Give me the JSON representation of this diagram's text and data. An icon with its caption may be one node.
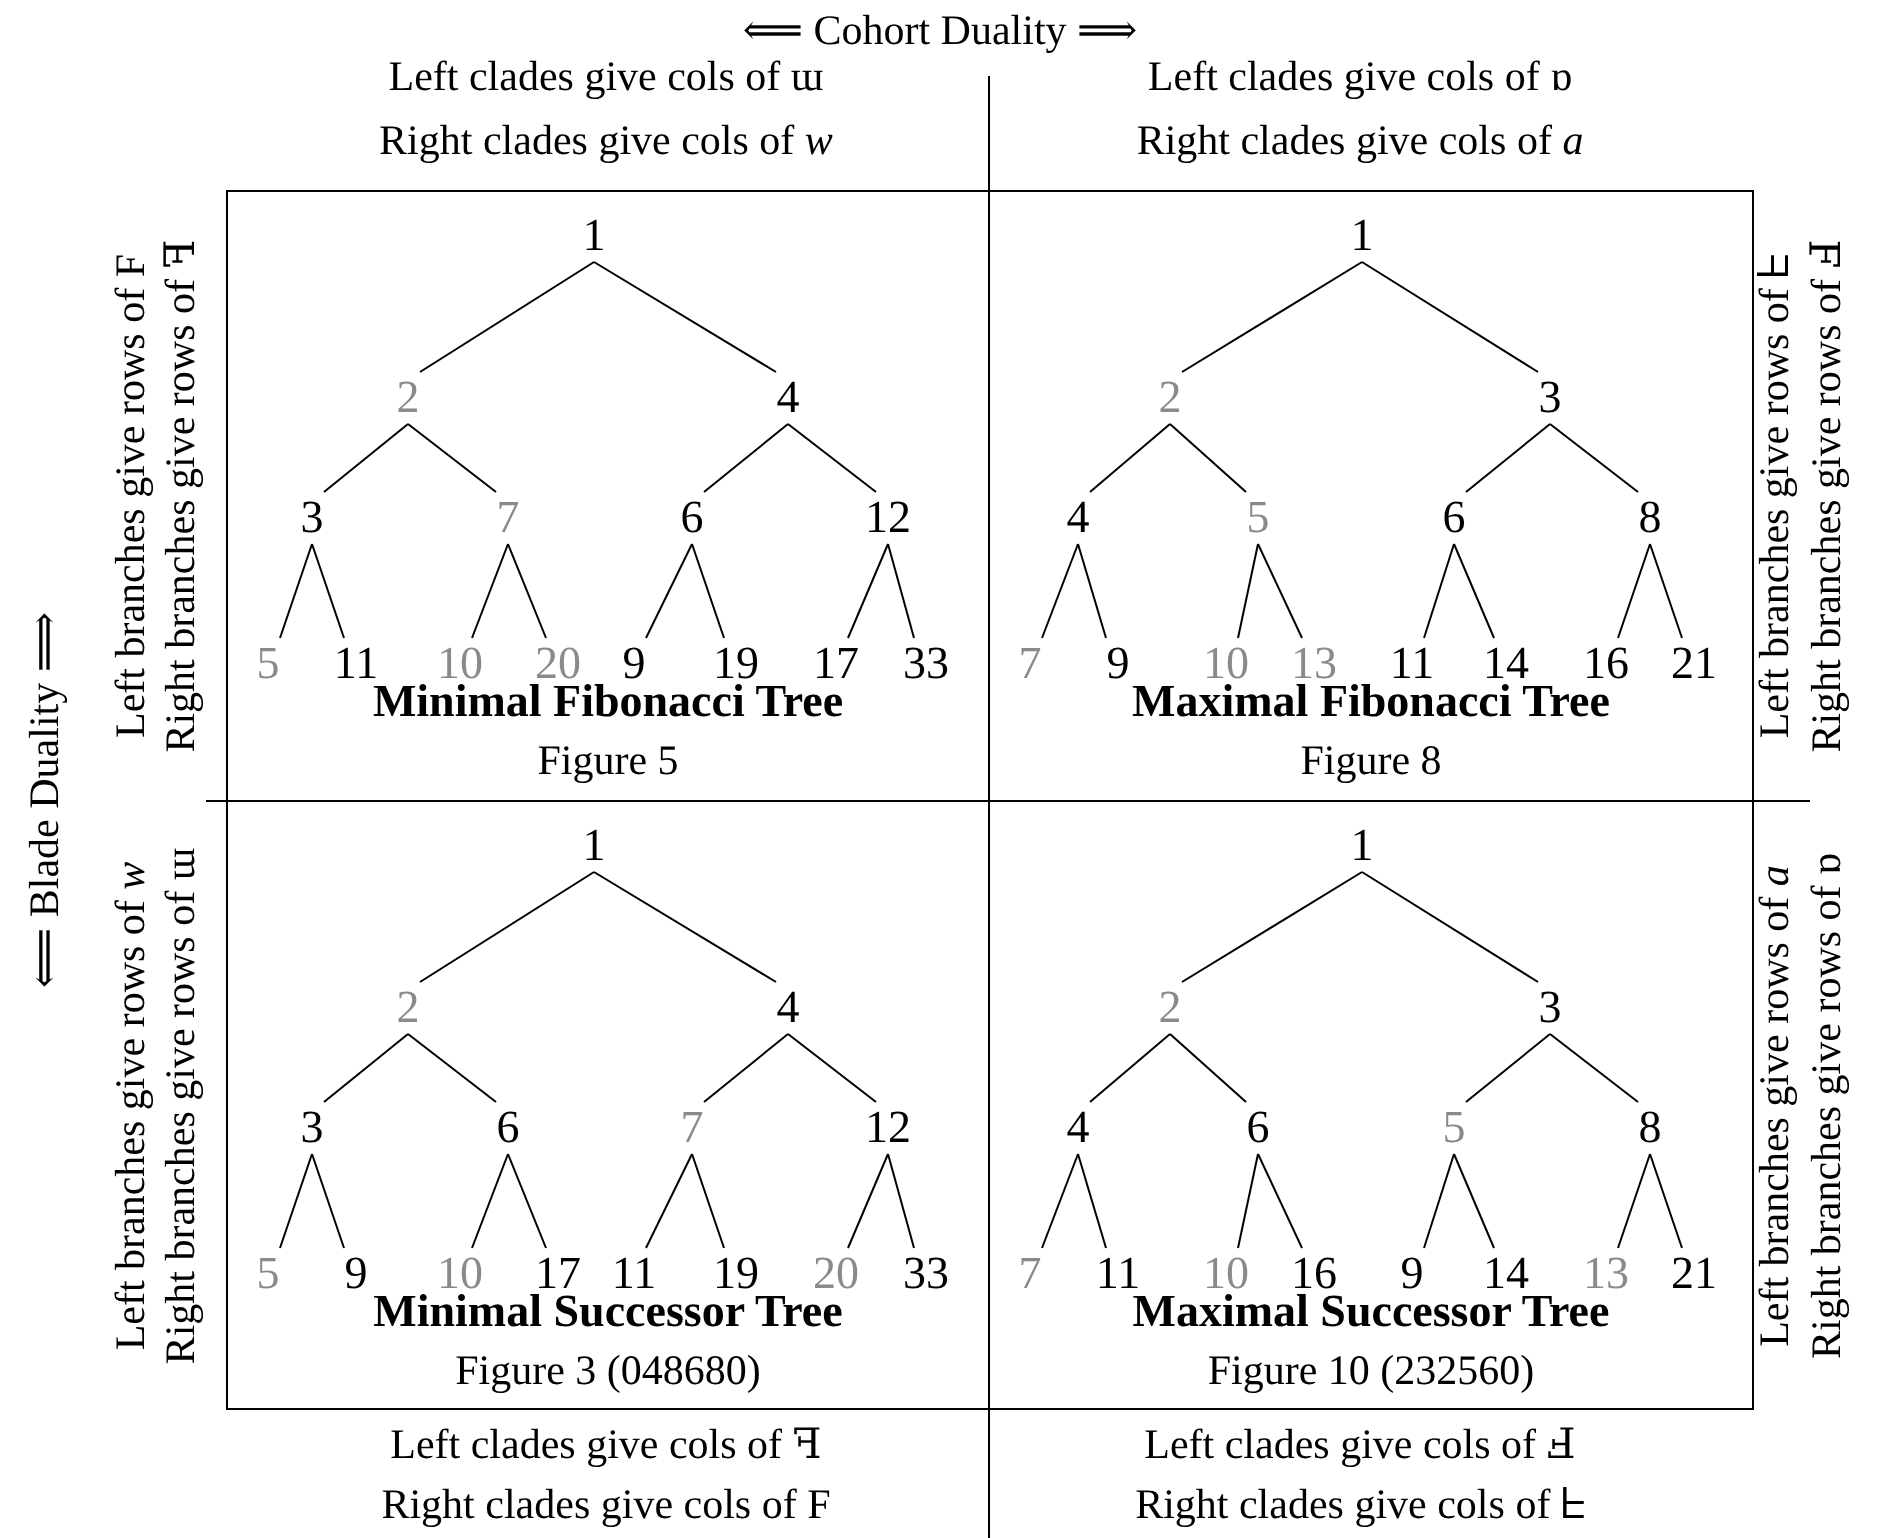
{
  "diagram": {
    "nodes": [
      {
        "text": [
          "Minimal Fibonacci Tree",
          "Figure 5"
        ]
      },
      {
        "text": [
          "1"
        ],
        "in": 0
      },
      {
        "text": [
          "2"
        ],
        "in": 0
      },
      {
        "text": [
          "4"
        ],
        "in": 0
      },
      {
        "text": [
          "3"
        ],
        "in": 0
      },
      {
        "text": [
          "7"
        ],
        "in": 0
      },
      {
        "text": [
          "6"
        ],
        "in": 0
      },
      {
        "text": [
          "12"
        ],
        "in": 0
      },
      {
        "text": [
          "5"
        ],
        "in": 0
      },
      {
        "text": [
          "11"
        ],
        "in": 0
      },
      {
        "text": [
          "10"
        ],
        "in": 0
      },
      {
        "text": [
          "20"
        ],
        "in": 0
      },
      {
        "text": [
          "9"
        ],
        "in": 0
      },
      {
        "text": [
          "19"
        ],
        "in": 0
      },
      {
        "text": [
          "17"
        ],
        "in": 0
      },
      {
        "text": [
          "33"
        ],
        "in": 0
      },
      {
        "text": [
          "Maximal Fibonacci Tree",
          "Figure 8"
        ]
      },
      {
        "text": [
          "1"
        ],
        "in": 16
      },
      {
        "text": [
          "2"
        ],
        "in": 16
      },
      {
        "text": [
          "3"
        ],
        "in": 16
      },
      {
        "text": [
          "4"
        ],
        "in": 16
      },
      {
        "text": [
          "5"
        ],
        "in": 16
      },
      {
        "text": [
          "6"
        ],
        "in": 16
      },
      {
        "text": [
          "8"
        ],
        "in": 16
      },
      {
        "text": [
          "7"
        ],
        "in": 16
      },
      {
        "text": [
          "9"
        ],
        "in": 16
      },
      {
        "text": [
          "10"
        ],
        "in": 16
      },
      {
        "text": [
          "13"
        ],
        "in": 16
      },
      {
        "text": [
          "11"
        ],
        "in": 16
      },
      {
        "text": [
          "14"
        ],
        "in": 16
      },
      {
        "text": [
          "16"
        ],
        "in": 16
      },
      {
        "text": [
          "21"
        ],
        "in": 16
      },
      {
        "text": [
          "Minimal Successor Tree",
          "Figure 3 (048680)"
        ]
      },
      {
        "text": [
          "1"
        ],
        "in": 32
      },
      {
        "text": [
          "2"
        ],
        "in": 32
      },
      {
        "text": [
          "4"
        ],
        "in": 32
      },
      {
        "text": [
          "3"
        ],
        "in": 32
      },
      {
        "text": [
          "6"
        ],
        "in": 32
      },
      {
        "text": [
          "7"
        ],
        "in": 32
      },
      {
        "text": [
          "12"
        ],
        "in": 32
      },
      {
        "text": [
          "5"
        ],
        "in": 32
      },
      {
        "text": [
          "9"
        ],
        "in": 32
      },
      {
        "text": [
          "10"
        ],
        "in": 32
      },
      {
        "text": [
          "17"
        ],
        "in": 32
      },
      {
        "text": [
          "11"
        ],
        "in": 32
      },
      {
        "text": [
          "19"
        ],
        "in": 32
      },
      {
        "text": [
          "20"
        ],
        "in": 32
      },
      {
        "text": [
          "33"
        ],
        "in": 32
      },
      {
        "text": [
          "Maximal Successor Tree",
          "Figure 10 (232560)"
        ]
      },
      {
        "text": [
          "1"
        ],
        "in": 48
      },
      {
        "text": [
          "2"
        ],
        "in": 48
      },
      {
        "text": [
          "3"
        ],
        "in": 48
      },
      {
        "text": [
          "4"
        ],
        "in": 48
      },
      {
        "text": [
          "6"
        ],
        "in": 48
      },
      {
        "text": [
          "5"
        ],
        "in": 48
      },
      {
        "text": [
          "8"
        ],
        "in": 48
      },
      {
        "text": [
          "7"
        ],
        "in": 48
      },
      {
        "text": [
          "11"
        ],
        "in": 48
      },
      {
        "text": [
          "10"
        ],
        "in": 48
      },
      {
        "text": [
          "16"
        ],
        "in": 48
      },
      {
        "text": [
          "9"
        ],
        "in": 48
      },
      {
        "text": [
          "14"
        ],
        "in": 48
      },
      {
        "text": [
          "13"
        ],
        "in": 48
      },
      {
        "text": [
          "21"
        ],
        "in": 48
      }
    ],
    "edges": [
      {
        "from": 1,
        "to": 2,
        "arrow": "none"
      },
      {
        "from": 1,
        "to": 3,
        "arrow": "none"
      },
      {
        "from": 2,
        "to": 4,
        "arrow": "none"
      },
      {
        "from": 2,
        "to": 5,
        "arrow": "none"
      },
      {
        "from": 3,
        "to": 6,
        "arrow": "none"
      },
      {
        "from": 3,
        "to": 7,
        "arrow": "none"
      },
      {
        "from": 4,
        "to": 8,
        "arrow": "none"
      },
      {
        "from": 4,
        "to": 9,
        "arrow": "none"
      },
      {
        "from": 5,
        "to": 10,
        "arrow": "none"
      },
      {
        "from": 5,
        "to": 11,
        "arrow": "none"
      },
      {
        "from": 6,
        "to": 12,
        "arrow": "none"
      },
      {
        "from": 6,
        "to": 13,
        "arrow": "none"
      },
      {
        "from": 7,
        "to": 14,
        "arrow": "none"
      },
      {
        "from": 7,
        "to": 15,
        "arrow": "none"
      },
      {
        "from": 17,
        "to": 18,
        "arrow": "none"
      },
      {
        "from": 17,
        "to": 19,
        "arrow": "none"
      },
      {
        "from": 18,
        "to": 20,
        "arrow": "none"
      },
      {
        "from": 18,
        "to": 21,
        "arrow": "none"
      },
      {
        "from": 19,
        "to": 22,
        "arrow": "none"
      },
      {
        "from": 19,
        "to": 23,
        "arrow": "none"
      },
      {
        "from": 20,
        "to": 24,
        "arrow": "none"
      },
      {
        "from": 20,
        "to": 25,
        "arrow": "none"
      },
      {
        "from": 21,
        "to": 26,
        "arrow": "none"
      },
      {
        "from": 21,
        "to": 27,
        "arrow": "none"
      },
      {
        "from": 22,
        "to": 28,
        "arrow": "none"
      },
      {
        "from": 22,
        "to": 29,
        "arrow": "none"
      },
      {
        "from": 23,
        "to": 30,
        "arrow": "none"
      },
      {
        "from": 23,
        "to": 31,
        "arrow": "none"
      },
      {
        "from": 33,
        "to": 34,
        "arrow": "none"
      },
      {
        "from": 33,
        "to": 35,
        "arrow": "none"
      },
      {
        "from": 34,
        "to": 36,
        "arrow": "none"
      },
      {
        "from": 34,
        "to": 37,
        "arrow": "none"
      },
      {
        "from": 35,
        "to": 38,
        "arrow": "none"
      },
      {
        "from": 35,
        "to": 39,
        "arrow": "none"
      },
      {
        "from": 36,
        "to": 40,
        "arrow": "none"
      },
      {
        "from": 36,
        "to": 41,
        "arrow": "none"
      },
      {
        "from": 37,
        "to": 42,
        "arrow": "none"
      },
      {
        "from": 37,
        "to": 43,
        "arrow": "none"
      },
      {
        "from": 38,
        "to": 44,
        "arrow": "none"
      },
      {
        "from": 38,
        "to": 45,
        "arrow": "none"
      },
      {
        "from": 39,
        "to": 46,
        "arrow": "none"
      },
      {
        "from": 39,
        "to": 47,
        "arrow": "none"
      },
      {
        "from": 49,
        "to": 50,
        "arrow": "none"
      },
      {
        "from": 49,
        "to": 51,
        "arrow": "none"
      },
      {
        "from": 50,
        "to": 52,
        "arrow": "none"
      },
      {
        "from": 50,
        "to": 53,
        "arrow": "none"
      },
      {
        "from": 51,
        "to": 54,
        "arrow": "none"
      },
      {
        "from": 51,
        "to": 55,
        "arrow": "none"
      },
      {
        "from": 52,
        "to": 56,
        "arrow": "none"
      },
      {
        "from": 52,
        "to": 57,
        "arrow": "none"
      },
      {
        "from": 53,
        "to": 58,
        "arrow": "none"
      },
      {
        "from": 53,
        "to": 59,
        "arrow": "none"
      },
      {
        "from": 54,
        "to": 60,
        "arrow": "none"
      },
      {
        "from": 54,
        "to": 61,
        "arrow": "none"
      },
      {
        "from": 55,
        "to": 62,
        "arrow": "none"
      },
      {
        "from": 55,
        "to": 63,
        "arrow": "none"
      }
    ],
    "labels": [
      "⟸ Cohort Duality ⟹",
      "Left clades give cols of ɯ",
      "Right clades give cols of *w*",
      "Left clades give cols of ɒ",
      "Right clades give cols of *a*",
      "⟸ Blade Duality ⟹",
      "Left branches give rows of F",
      "Right branches give rows of ꟻ",
      "Left branches give rows of *w*",
      "Right branches give rows of ɯ",
      "Left branches give rows of ᖶ",
      "Right branches give rows of Ⅎ",
      "Left branches give rows of *a*",
      "Right branches give rows of ɒ",
      "Left clades give cols of ꟻ",
      "Right clades give cols of F",
      "Left clades give cols of Ⅎ",
      "Right clades give cols of ᖶ"
    ]
  }
}
